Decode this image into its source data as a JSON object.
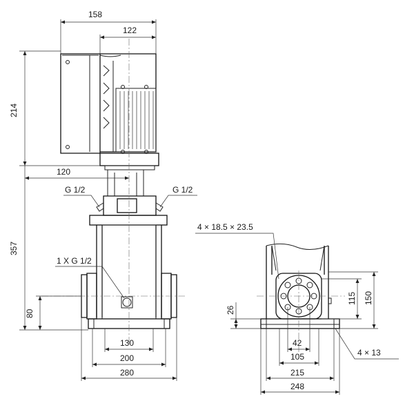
{
  "dimensions": {
    "top_width": "158",
    "top_width_inner": "122",
    "motor_height": "214",
    "offset_120": "120",
    "total_height": "357",
    "base_height": "80",
    "bolt_spacing_130": "130",
    "base_width_200": "200",
    "flange_width_280": "280",
    "side_height_26": "26",
    "flange_height_115": "115",
    "flange_height_150": "150",
    "side_42": "42",
    "side_105": "105",
    "side_215": "215",
    "side_248": "248"
  },
  "labels": {
    "port_left": "G 1/2",
    "port_right": "G 1/2",
    "drain": "1 X G 1/2",
    "holes": "4 × 18.5 × 23.5",
    "feet": "4 × 13"
  }
}
